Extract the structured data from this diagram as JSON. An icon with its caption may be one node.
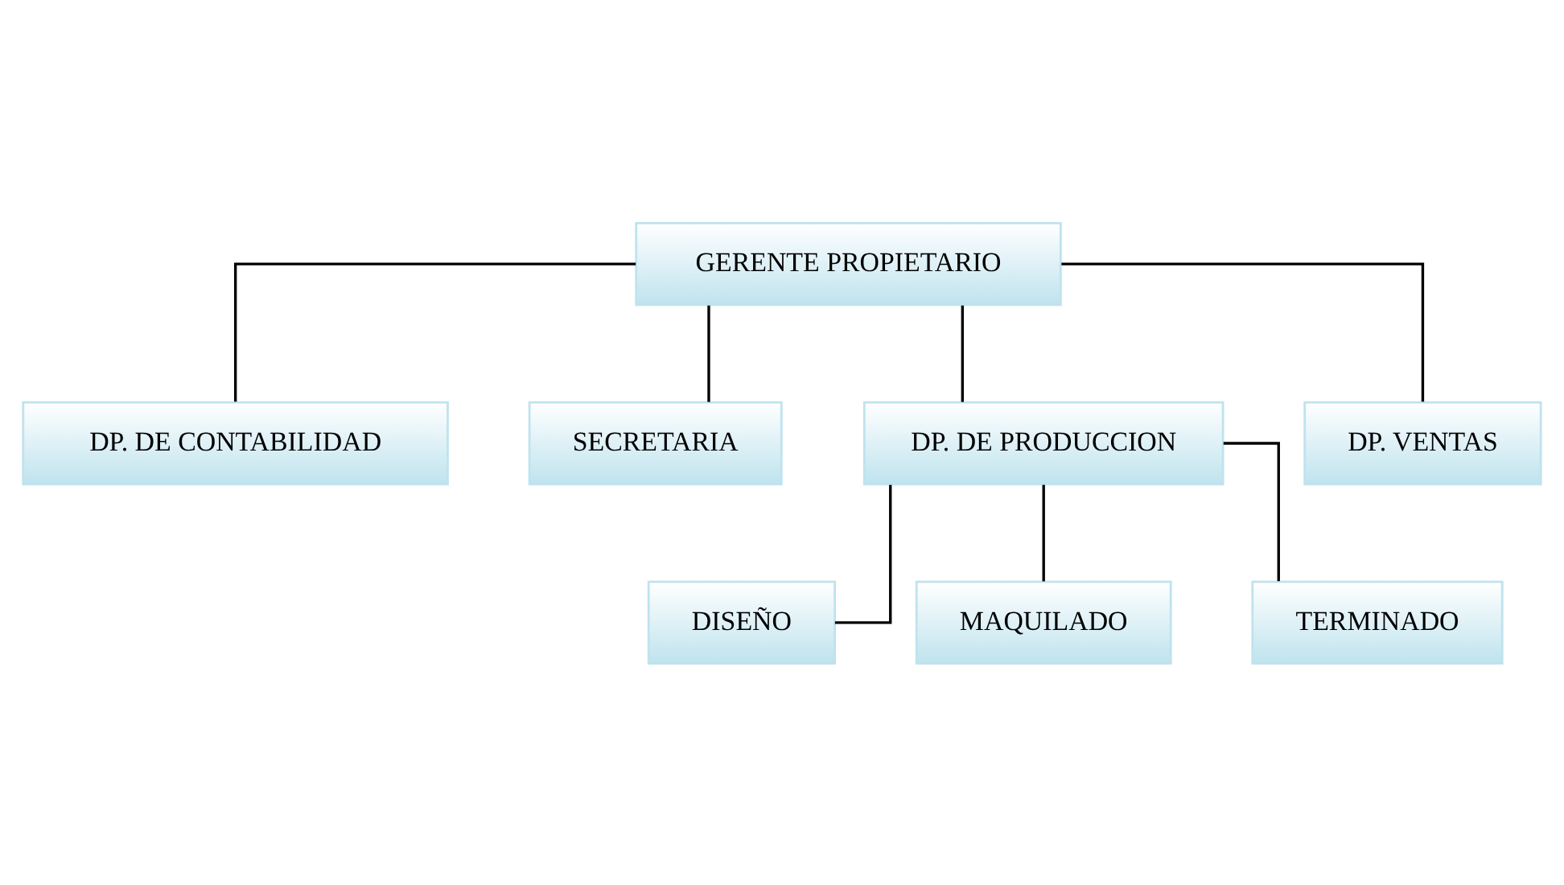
{
  "diagram": {
    "nodes": [
      {
        "text": [
          "GERENTE PROPIETARIO"
        ]
      },
      {
        "text": [
          "DP. DE CONTABILIDAD"
        ]
      },
      {
        "text": [
          "SECRETARIA"
        ]
      },
      {
        "text": [
          "DP. DE PRODUCCION"
        ]
      },
      {
        "text": [
          "DP. VENTAS"
        ]
      },
      {
        "text": [
          "DISEÑO"
        ]
      },
      {
        "text": [
          "MAQUILADO"
        ]
      },
      {
        "text": [
          "TERMINADO"
        ]
      }
    ],
    "edges": [
      {
        "from": 0,
        "to": 1,
        "arrow": "none"
      },
      {
        "from": 0,
        "to": 2,
        "arrow": "none"
      },
      {
        "from": 0,
        "to": 3,
        "arrow": "none"
      },
      {
        "from": 0,
        "to": 4,
        "arrow": "none"
      },
      {
        "from": 3,
        "to": 5,
        "arrow": "none"
      },
      {
        "from": 3,
        "to": 6,
        "arrow": "none"
      },
      {
        "from": 3,
        "to": 7,
        "arrow": "none"
      }
    ]
  }
}
